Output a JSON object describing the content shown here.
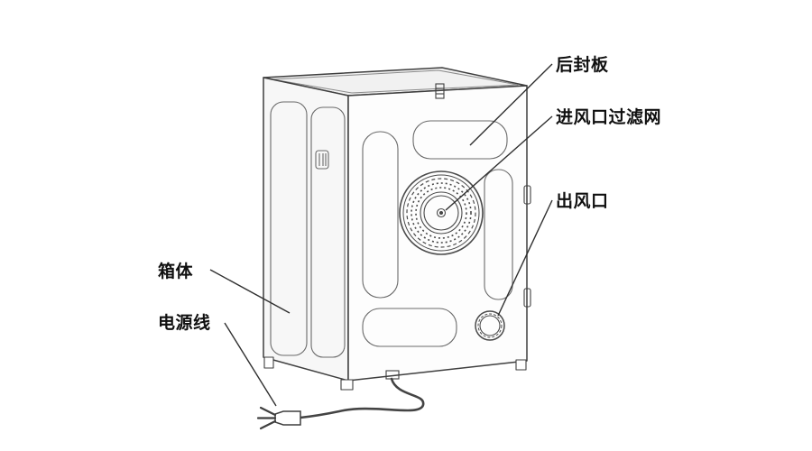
{
  "diagram": {
    "type": "technical-line-diagram",
    "labels": {
      "rear_panel": "后封板",
      "inlet_filter": "进风口过滤网",
      "air_outlet": "出风口",
      "cabinet": "箱体",
      "power_cord": "电源线"
    },
    "colors": {
      "line": "#3f3f3f",
      "detail_line": "#6a6a6a",
      "text": "#101010",
      "background": "#ffffff"
    }
  }
}
